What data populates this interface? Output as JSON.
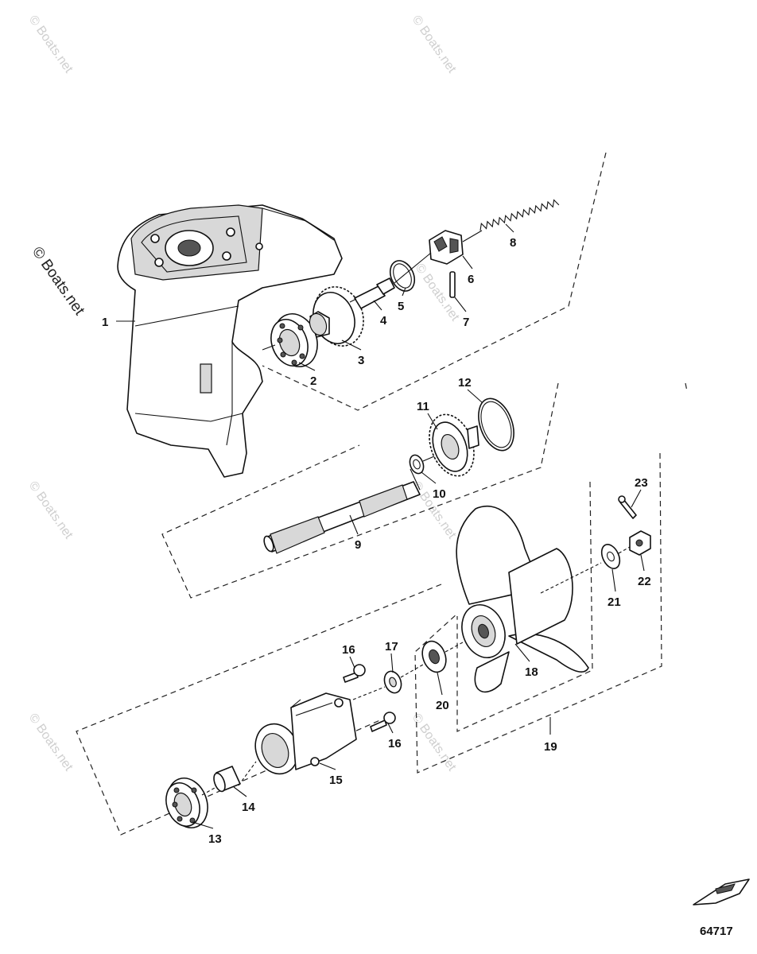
{
  "watermarks": {
    "small": "© Boats.net",
    "large": "© Boats.net"
  },
  "figure_number": "64717",
  "callouts": [
    "1",
    "2",
    "3",
    "4",
    "5",
    "6",
    "7",
    "8",
    "9",
    "10",
    "11",
    "12",
    "13",
    "14",
    "15",
    "16",
    "16",
    "17",
    "18",
    "19",
    "20",
    "21",
    "22",
    "23"
  ]
}
